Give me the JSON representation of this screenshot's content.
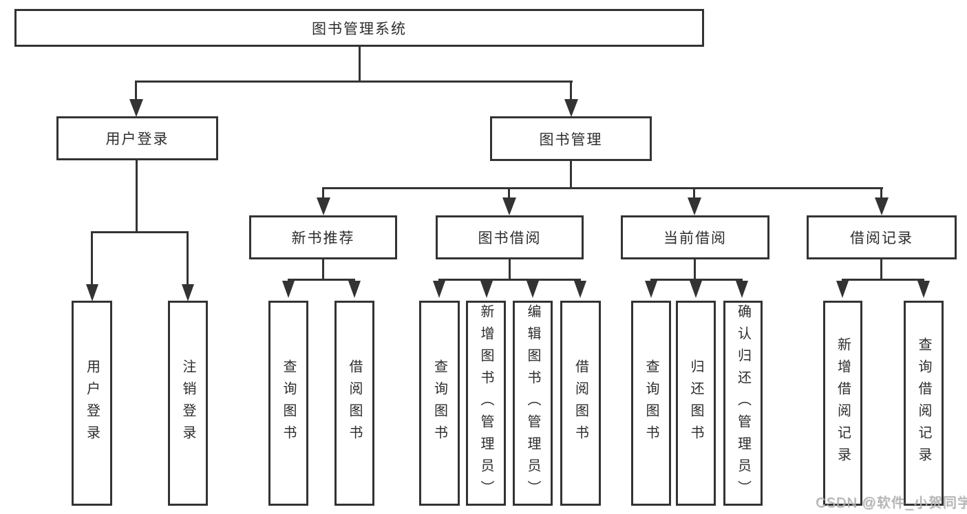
{
  "diagram": {
    "root": {
      "label": "图书管理系统"
    },
    "branches": [
      {
        "label": "用户登录",
        "children": [
          {
            "label": "用户登录"
          },
          {
            "label": "注销登录"
          }
        ]
      },
      {
        "label": "图书管理",
        "children": [
          {
            "label": "新书推荐",
            "children": [
              {
                "label": "查询图书"
              },
              {
                "label": "借阅图书"
              }
            ]
          },
          {
            "label": "图书借阅",
            "children": [
              {
                "label": "查询图书"
              },
              {
                "label": "新增图书（管理员）"
              },
              {
                "label": "编辑图书（管理员）"
              },
              {
                "label": "借阅图书"
              }
            ]
          },
          {
            "label": "当前借阅",
            "children": [
              {
                "label": "查询图书"
              },
              {
                "label": "归还图书"
              },
              {
                "label": "确认归还（管理员）"
              }
            ]
          },
          {
            "label": "借阅记录",
            "children": [
              {
                "label": "新增借阅记录"
              },
              {
                "label": "查询借阅记录"
              }
            ]
          }
        ]
      }
    ],
    "watermark": "CSDN @软件_小贺同学",
    "colors": {
      "line": "#333333",
      "text": "#2d2d2d",
      "watermark": "#b4b4b4",
      "background": "#ffffff"
    }
  }
}
